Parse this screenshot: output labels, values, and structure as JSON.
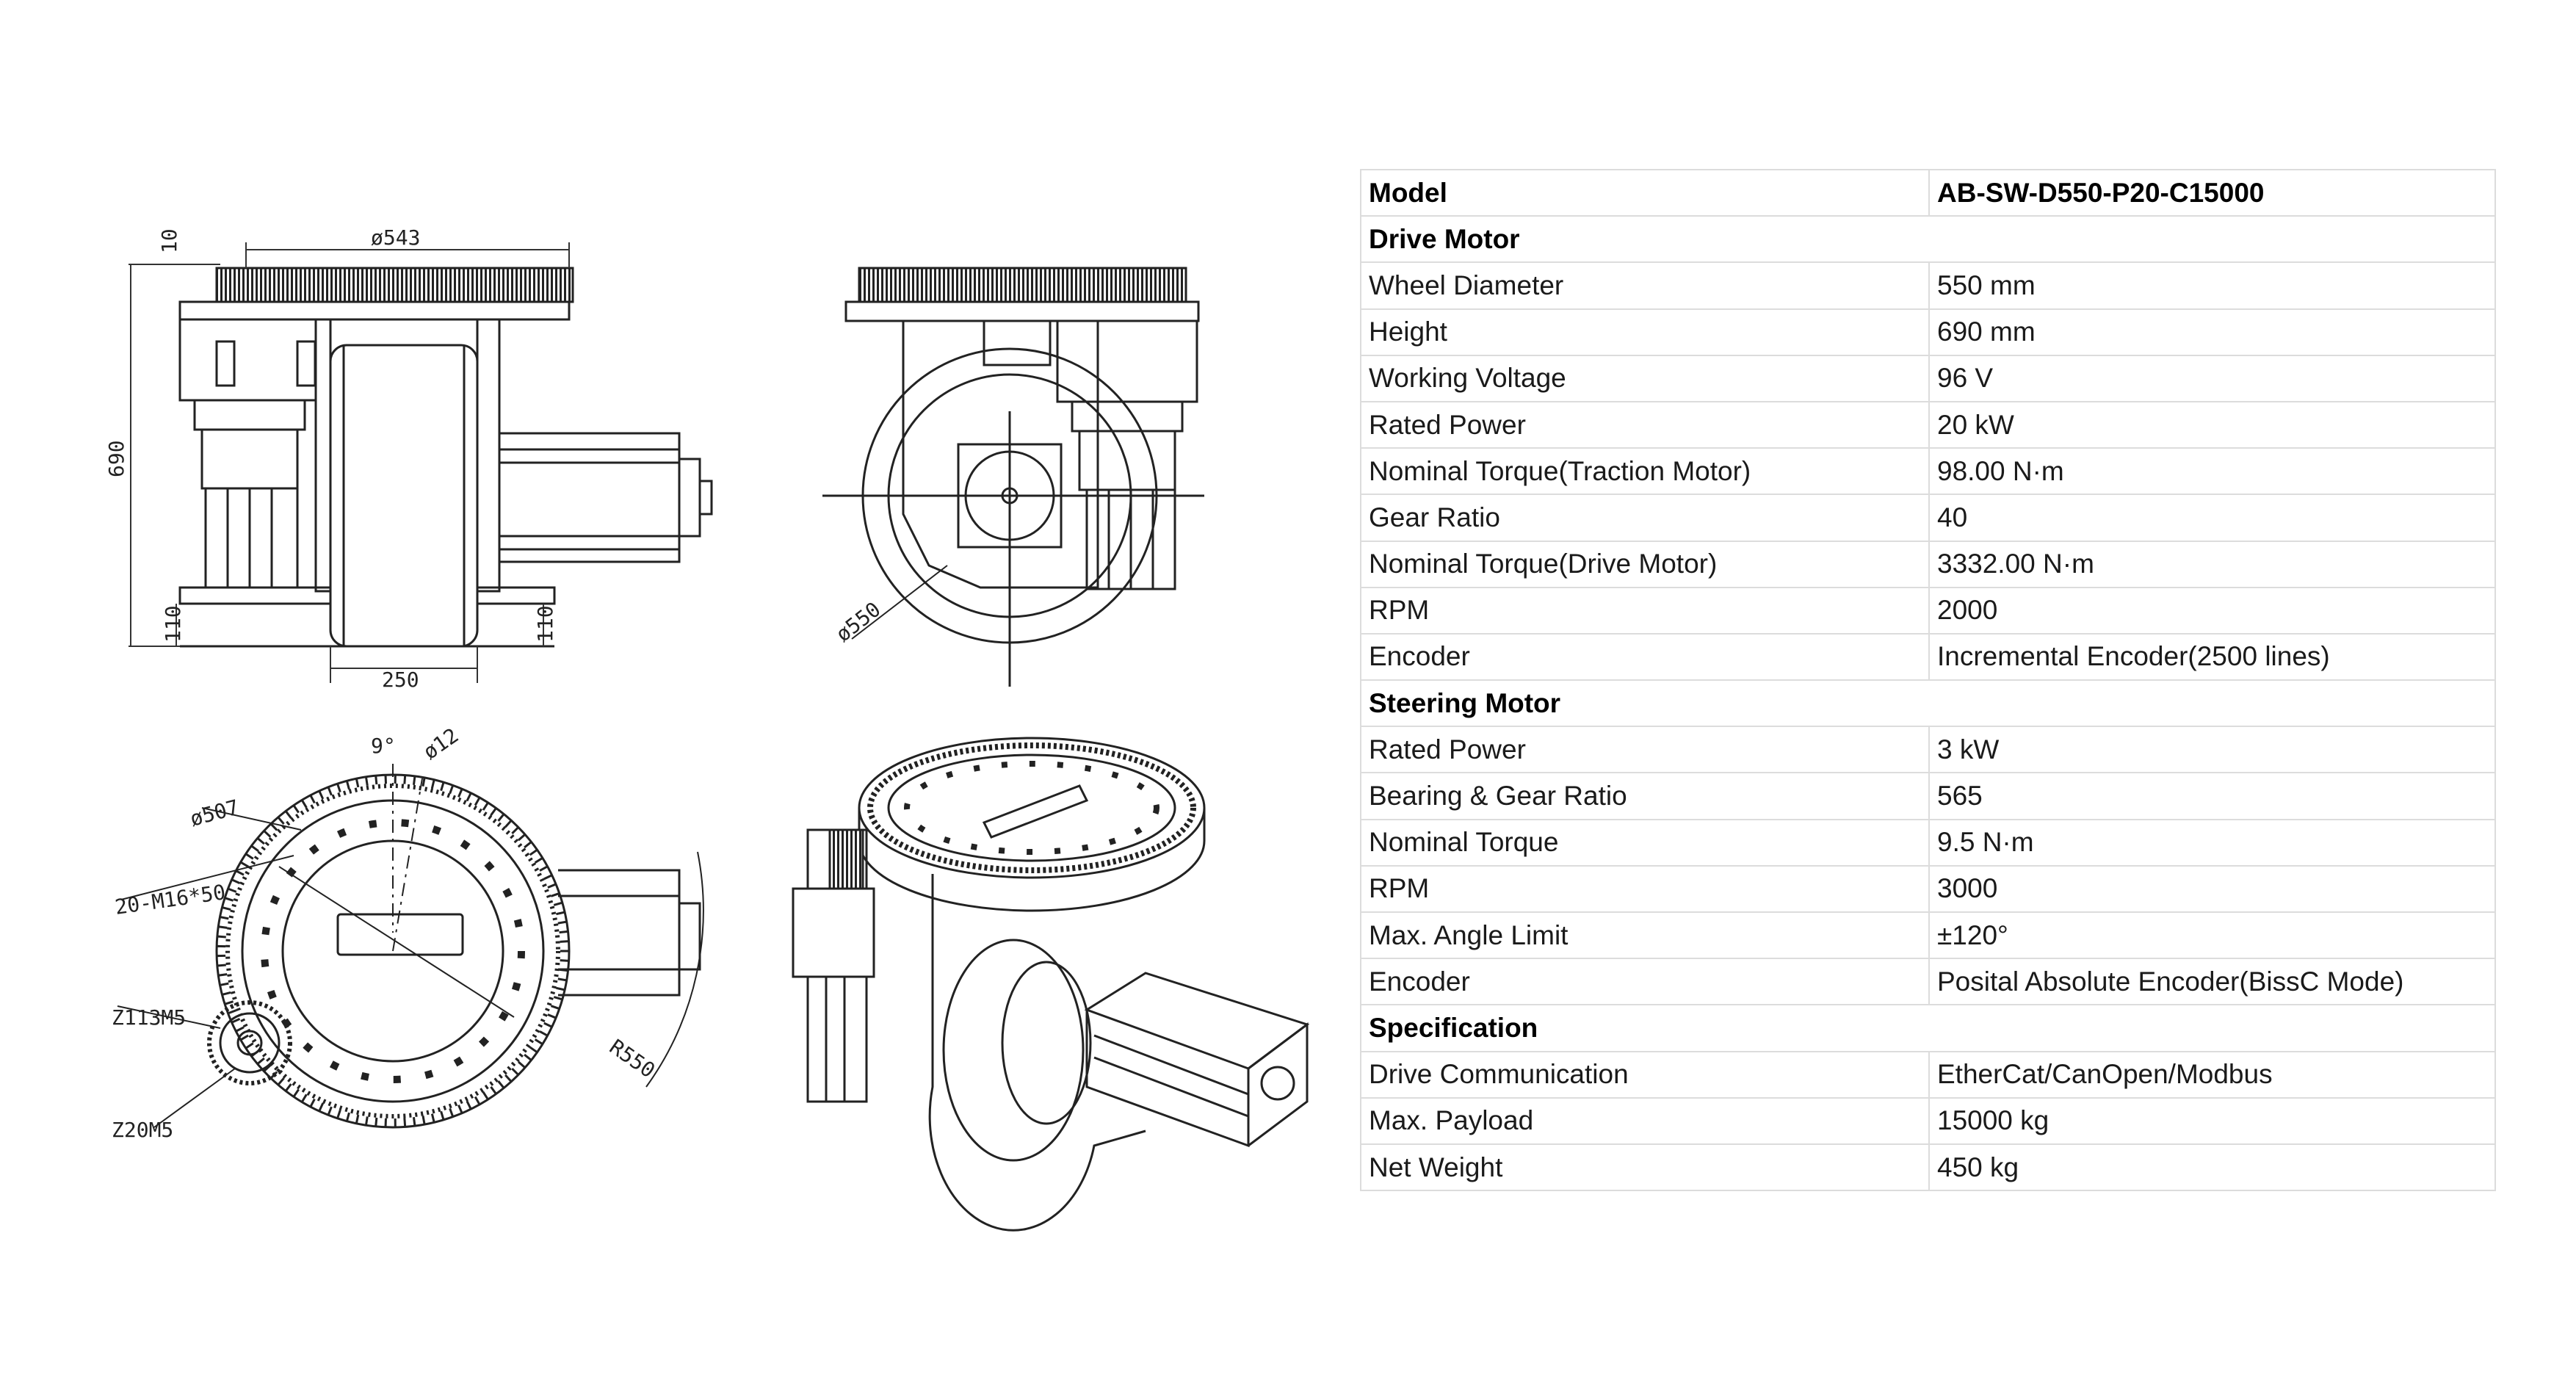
{
  "drawings": {
    "front_view": {
      "dim_diameter": "ø543",
      "dim_top": "10",
      "dim_height": "690",
      "dim_bottom_left": "110",
      "dim_bottom_right": "110",
      "dim_width": "250"
    },
    "side_view": {
      "dim_diameter": "ø550"
    },
    "top_view": {
      "angle": "9°",
      "hole": "ø12",
      "pitch_circle": "ø507",
      "bolts": "20-M16*50",
      "ring_gear": "Z113M5",
      "pinion": "Z20M5",
      "radius": "R550"
    }
  },
  "table": {
    "header": {
      "label": "Model",
      "value": "AB-SW-D550-P20-C15000"
    },
    "sections": [
      {
        "title": "Drive Motor",
        "rows": [
          {
            "label": "Wheel Diameter",
            "value": "550 mm"
          },
          {
            "label": "Height",
            "value": "690 mm"
          },
          {
            "label": "Working Voltage",
            "value": "96 V"
          },
          {
            "label": "Rated Power",
            "value": "20 kW"
          },
          {
            "label": "Nominal Torque(Traction Motor)",
            "value": "98.00 N·m"
          },
          {
            "label": "Gear Ratio",
            "value": "40"
          },
          {
            "label": "Nominal Torque(Drive Motor)",
            "value": "3332.00 N·m"
          },
          {
            "label": "RPM",
            "value": "2000"
          },
          {
            "label": "Encoder",
            "value": "Incremental Encoder(2500 lines)"
          }
        ]
      },
      {
        "title": "Steering Motor",
        "rows": [
          {
            "label": "Rated Power",
            "value": "3 kW"
          },
          {
            "label": "Bearing & Gear Ratio",
            "value": "565"
          },
          {
            "label": "Nominal Torque",
            "value": "9.5 N·m"
          },
          {
            "label": "RPM",
            "value": "3000"
          },
          {
            "label": "Max. Angle Limit",
            "value": "±120°"
          },
          {
            "label": "Encoder",
            "value": "Posital Absolute Encoder(BissC Mode)"
          }
        ]
      },
      {
        "title": "Specification",
        "rows": [
          {
            "label": "Drive Communication",
            "value": "EtherCat/CanOpen/Modbus"
          },
          {
            "label": "Max. Payload",
            "value": "15000 kg"
          },
          {
            "label": "Net Weight",
            "value": "450 kg"
          }
        ]
      }
    ]
  }
}
